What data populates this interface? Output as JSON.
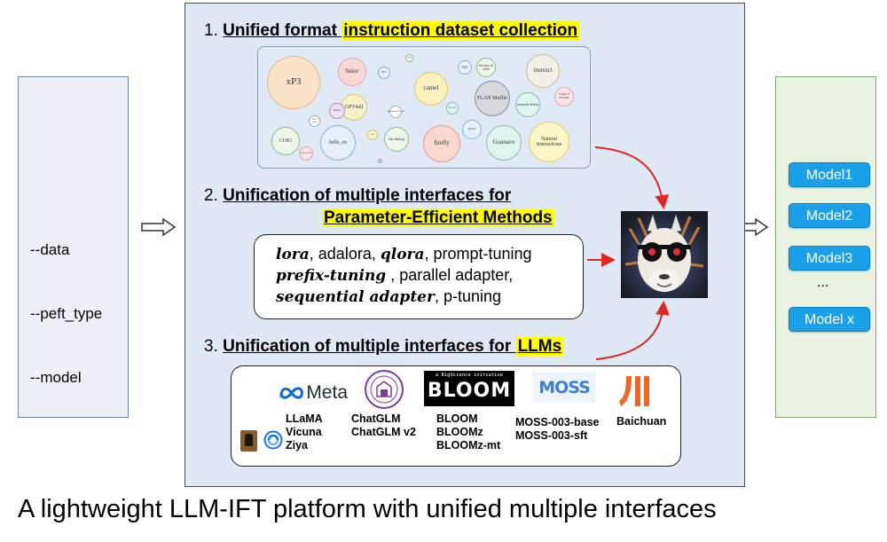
{
  "left_panel": {
    "args": [
      "--data",
      "--peft_type",
      "--model"
    ]
  },
  "steps": [
    {
      "number": "1.",
      "title": "Unified format ",
      "highlight": "instruction dataset collection"
    },
    {
      "number": "2.",
      "title": "Unification of multiple interfaces for ",
      "highlight": "Parameter-Efficient Methods"
    },
    {
      "number": "3.",
      "title": "Unification of multiple interfaces for ",
      "highlight": "LLMs"
    }
  ],
  "datasets": [
    "xP3",
    "baize",
    "BE3",
    "code",
    "OIG",
    "instruct in wild",
    "instruct",
    "Chain of thought",
    "GPT4all",
    "camel",
    "FLAN Muffin",
    "Code Alpaca",
    "finance",
    "AlpacaDataCleaned",
    "WebGPT",
    "personal dialog",
    "COIG",
    "belle_cn",
    "alpaca GPT4",
    "Jiao",
    "lsh dialog",
    "firefly",
    "alpaca",
    "Guanaco",
    "Natural Instructions"
  ],
  "peft_methods": {
    "line1": [
      {
        "text": "lora",
        "bold": true
      },
      {
        "text": ", adalora, ",
        "bold": false
      },
      {
        "text": "qlora",
        "bold": true
      },
      {
        "text": ", prompt-tuning",
        "bold": false
      }
    ],
    "line2": [
      {
        "text": "prefix-tuning",
        "bold": true
      },
      {
        "text": " , parallel adapter,",
        "bold": false
      }
    ],
    "line3": [
      {
        "text": "sequential adapter",
        "bold": true
      },
      {
        "text": ", p-tuning",
        "bold": false
      }
    ]
  },
  "llms": {
    "meta_logo": "Meta",
    "meta_models": "LLaMA\nVicuna\nZiya",
    "chatglm_models": "ChatGLM\nChatGLM v2",
    "bloom_caption": "a BigScience initiative",
    "bloom_logo": "BLOOM",
    "bloom_models": "BLOOM\nBLOOMz\nBLOOMz-mt",
    "moss_logo": "MOSS",
    "moss_models": "MOSS-003-base\nMOSS-003-sft",
    "baichuan_models": "Baichuan"
  },
  "models": [
    "Model1",
    "Model2",
    "Model3",
    "...",
    "Model x"
  ],
  "caption": "A lightweight LLM-IFT platform with unified multiple interfaces",
  "colors": {
    "highlight": "#fffc00",
    "model_button": "#1aa0e8",
    "arrow": "#e0261f"
  }
}
